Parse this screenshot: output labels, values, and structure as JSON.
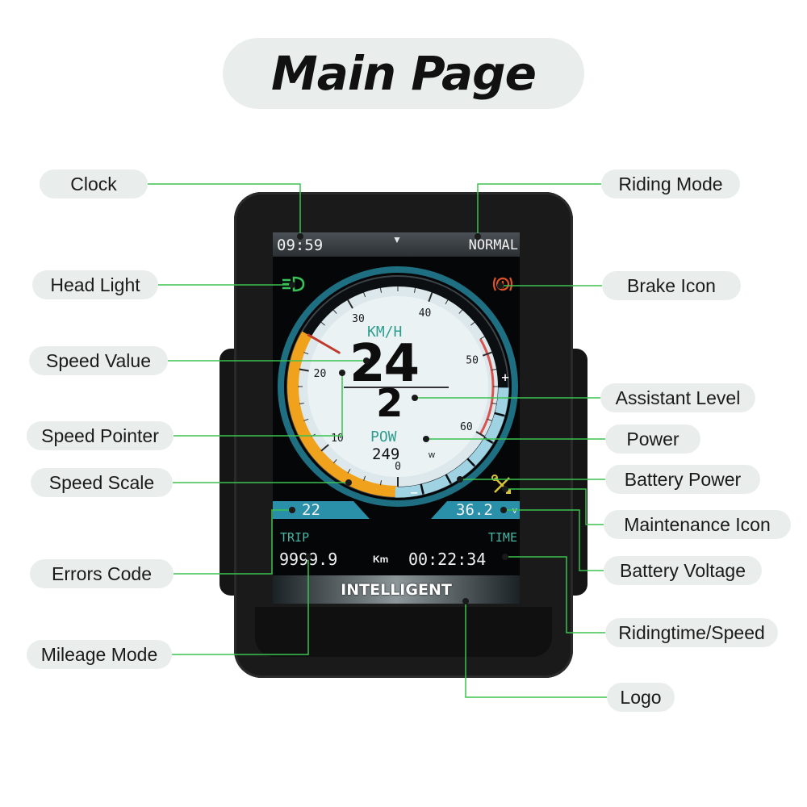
{
  "title": "Main Page",
  "labels": {
    "clock": "Clock",
    "riding_mode": "Riding Mode",
    "head_light": "Head Light",
    "brake_icon": "Brake Icon",
    "speed_value": "Speed Value",
    "assistant_level": "Assistant Level",
    "speed_pointer": "Speed Pointer",
    "power": "Power",
    "speed_scale": "Speed Scale",
    "battery_power": "Battery Power",
    "maintenance_icon": "Maintenance Icon",
    "errors_code": "Errors Code",
    "battery_voltage": "Battery Voltage",
    "ridingtime_speed": "Ridingtime/Speed",
    "mileage_mode": "Mileage Mode",
    "logo": "Logo"
  },
  "screen": {
    "clock": "09:59",
    "riding_mode": "NORMAL",
    "speed_unit": "KM/H",
    "speed_value": "24",
    "assist_level": "2",
    "power_label": "POW",
    "power_value": "249",
    "power_unit": "w",
    "error_code": "22",
    "voltage": "36.2",
    "voltage_unit": "v",
    "trip_label": "TRIP",
    "time_label": "TIME",
    "mileage": "9999.9",
    "mileage_unit": "Km",
    "ride_time": "00:22:34",
    "logo": "INTELLIGENT",
    "scale_ticks": [
      "0",
      "10",
      "20",
      "30",
      "40",
      "50",
      "60"
    ],
    "battery_plus": "+",
    "battery_minus": "−"
  },
  "colors": {
    "callout_line": "#3bc24f",
    "callout_dot": "#1a1a1a",
    "pill_bg": "#e9eeec",
    "speed_arc": "#f0a21d",
    "dial_ring": "#2c8ea3",
    "accent_teal": "#47b7a5",
    "battery": "#9fd3e3",
    "brake": "#e0532a",
    "head_light": "#37c35a",
    "maintenance": "#d8c535"
  },
  "speed_reading": 24,
  "scale_max": 60
}
